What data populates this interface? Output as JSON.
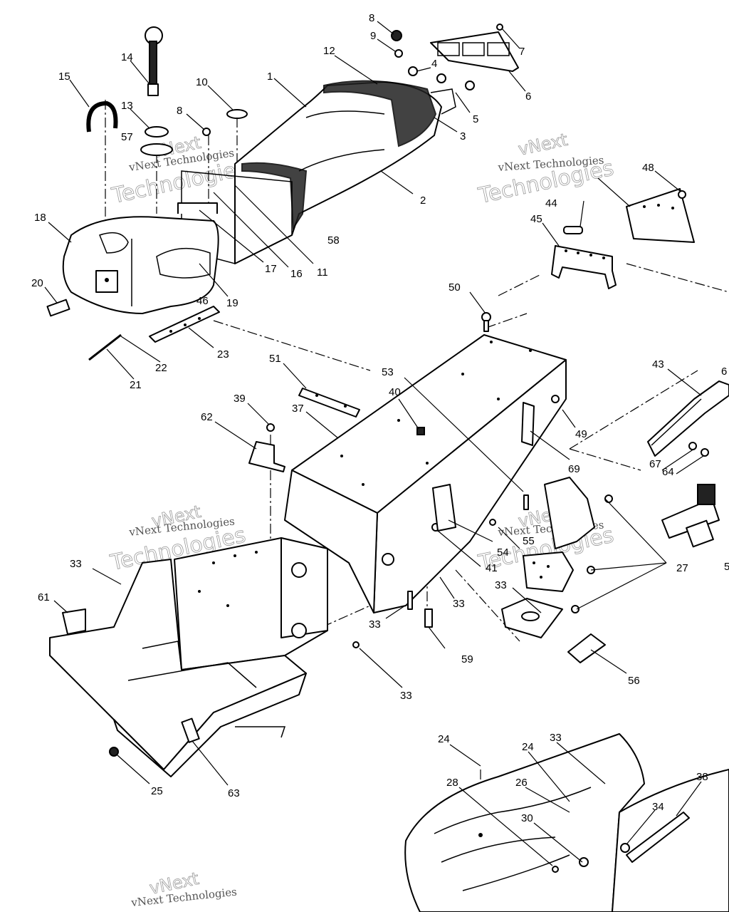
{
  "diagram": {
    "callouts": {
      "c1": "1",
      "c2": "2",
      "c3": "3",
      "c4": "4",
      "c5": "5",
      "c6": "6",
      "c7": "7",
      "c8a": "8",
      "c8b": "8",
      "c9": "9",
      "c10": "10",
      "c11": "11",
      "c12": "12",
      "c13": "13",
      "c14": "14",
      "c15": "15",
      "c16": "16",
      "c17": "17",
      "c18": "18",
      "c19": "19",
      "c20": "20",
      "c21": "21",
      "c22": "22",
      "c23": "23",
      "c24a": "24",
      "c24b": "24",
      "c25": "25",
      "c26": "26",
      "c27": "27",
      "c28": "28",
      "c30": "30",
      "c33a": "33",
      "c33b": "33",
      "c33c": "33",
      "c33d": "33",
      "c33e": "33",
      "c33f": "33",
      "c34": "34",
      "c37": "37",
      "c38": "38",
      "c39": "39",
      "c40": "40",
      "c41": "41",
      "c43": "43",
      "c44": "44",
      "c45": "45",
      "c46": "46",
      "c48": "48",
      "c49": "49",
      "c50": "50",
      "c51": "51",
      "c53": "53",
      "c54": "54",
      "c55": "55",
      "c56": "56",
      "c57": "57",
      "c58": "58",
      "c59": "59",
      "c61": "61",
      "c62": "62",
      "c63": "63",
      "c64": "64",
      "c67": "67",
      "c69": "69",
      "c6e": "6",
      "c5e": "5"
    },
    "watermark": {
      "brand": "vNext",
      "technologies": "Technologies",
      "line": "vNext Technologies"
    }
  }
}
